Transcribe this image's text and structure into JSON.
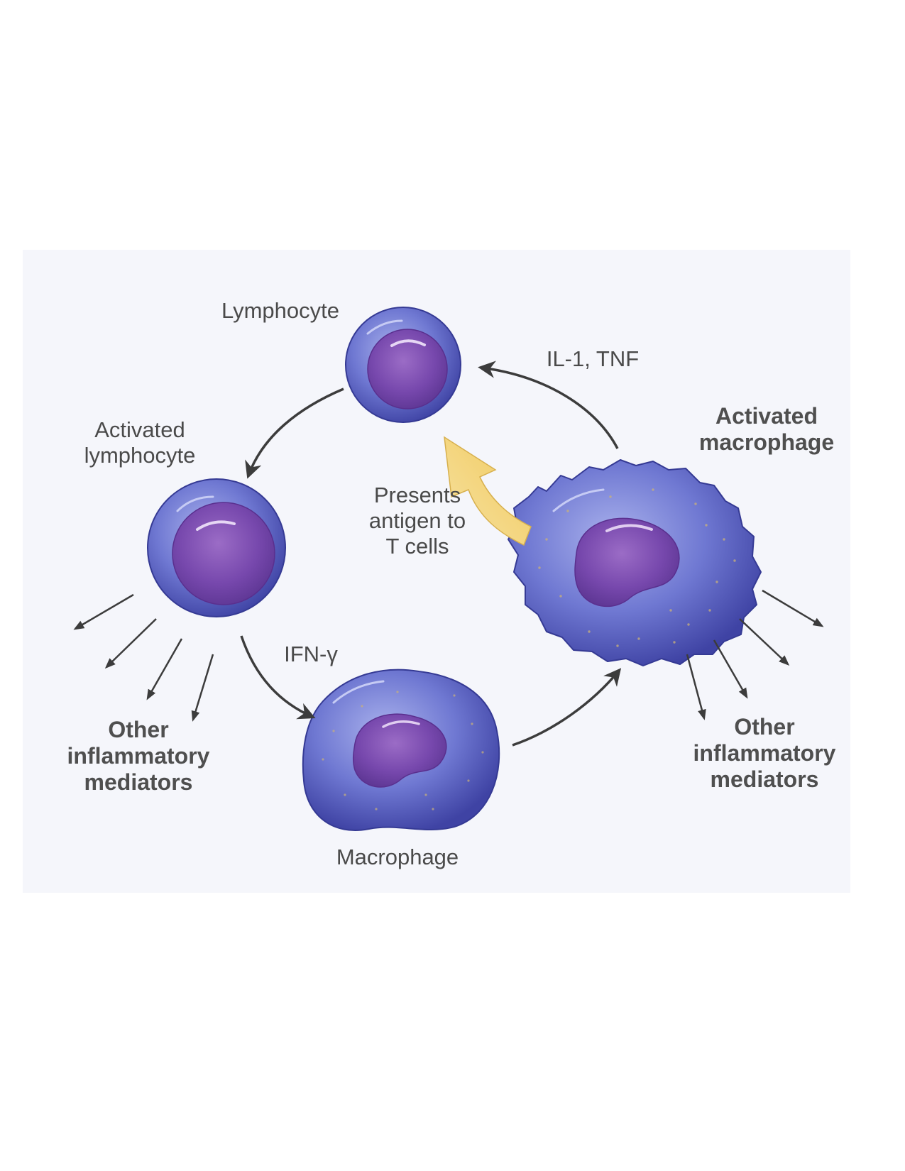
{
  "labels": {
    "lymphocyte": "Lymphocyte",
    "activated_lymphocyte": "Activated\nlymphocyte",
    "il1_tnf": "IL-1, TNF",
    "activated_macrophage": "Activated\nmacrophage",
    "presents_antigen": "Presents\nantigen to\nT cells",
    "ifn_gamma": "IFN-γ",
    "other_mediators_left": "Other\ninflammatory\nmediators",
    "other_mediators_right": "Other\ninflammatory\nmediators",
    "macrophage": "Macrophage"
  },
  "colors": {
    "cell_fill": "#5a63c4",
    "cell_edge": "#3d3f9a",
    "nucleus_fill": "#7a4eb0",
    "arrow": "#3c3c3c",
    "antigen_arrow": "#f3d47a"
  }
}
